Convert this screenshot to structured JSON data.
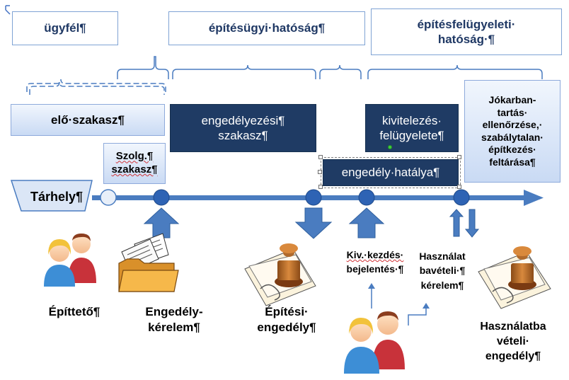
{
  "roles": {
    "client": "ügyfél¶",
    "building_authority": "építésügyi·hatóság¶",
    "supervision_authority": "építésfelügyeleti·\nhatóság·¶"
  },
  "phases": {
    "pre_phase": "elő·szakasz¶",
    "service_phase": "Szolg.¶\nszakasz¶",
    "permit_phase": "engedélyezési¶\nszakasz¶",
    "construction_supervision": "kivitelezés·\nfelügyelete¶",
    "permit_validity": "engedély·hatálya¶",
    "maintenance_check": "Jókarban-\ntartás·\nellenőrzése,·\nszabálytalan·\népítkezés·\nfeltárása¶"
  },
  "timeline": {
    "start_label": "Tárhely¶"
  },
  "labels": {
    "builder": "Építtető¶",
    "permit_request": "Engedély-\nkérelem¶",
    "building_permit": "Építési·\nengedély¶",
    "start_notice_1": "Kiv.·kezdés·",
    "start_notice_2": "bejelentés·¶",
    "use_request": "Használat\nbavételi·¶\nkérelem¶",
    "use_permit": "Használatba\nvételi·\nengedély¶"
  },
  "colors": {
    "arrow_blue": "#4a7cc0",
    "dark_box": "#1f3b64",
    "outline_blue": "#7fa3d4"
  },
  "icons": [
    "corner-marker-icon",
    "builder-people-icon",
    "folder-documents-icon",
    "stamp-document-icon",
    "stamp-document-icon",
    "people-icon"
  ]
}
